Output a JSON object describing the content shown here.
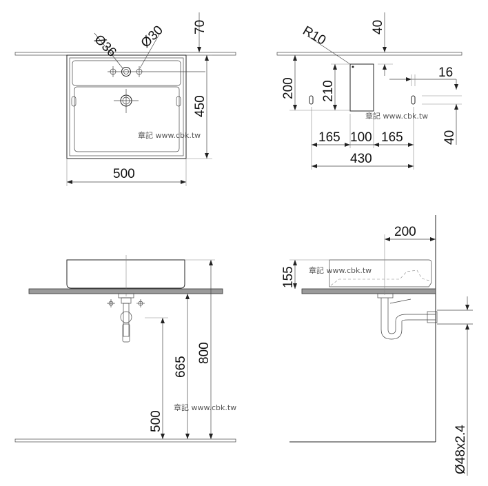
{
  "top_view": {
    "dim_hole_left": "Ø36",
    "dim_hole_right": "Ø30",
    "dim_top_offset": "70",
    "dim_depth": "450",
    "dim_width": "500",
    "watermark": "章記 www.cbk.tw"
  },
  "bracket_view": {
    "dim_radius": "R10",
    "dim_top": "40",
    "dim_height_outer": "200",
    "dim_height_inner": "210",
    "dim_slot": "16",
    "dim_bottom": "40",
    "dim_left": "165",
    "dim_mid": "100",
    "dim_right": "165",
    "dim_total": "430",
    "watermark": "章記 www.cbk.tw"
  },
  "front_view": {
    "dim_665": "665",
    "dim_800": "800",
    "dim_500": "500",
    "watermark": "章記 www.cbk.tw"
  },
  "side_view": {
    "dim_200": "200",
    "dim_155": "155",
    "dim_pipe": "Ø48x2.4",
    "watermark": "章記 www.cbk.tw"
  }
}
